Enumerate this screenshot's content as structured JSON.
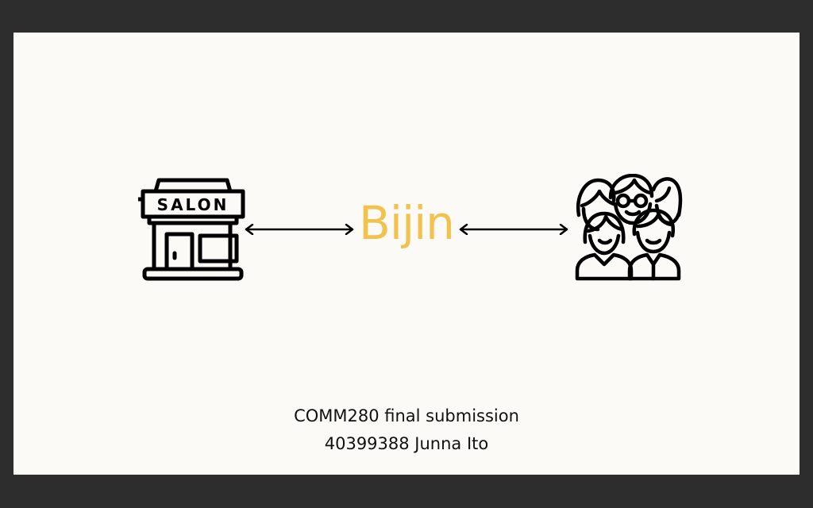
{
  "slide": {
    "brand": "Bijin",
    "salon_sign": "SALON",
    "course": "COMM280 final submission",
    "author": "40399388 Junna Ito"
  },
  "icons": {
    "left": "salon-storefront-icon",
    "right": "group-of-people-icon",
    "connector": "double-headed-arrow-icon"
  },
  "colors": {
    "brand": "#f2c24f",
    "background": "#fbfaf6",
    "frame": "#2d2d2d",
    "ink": "#111111"
  }
}
